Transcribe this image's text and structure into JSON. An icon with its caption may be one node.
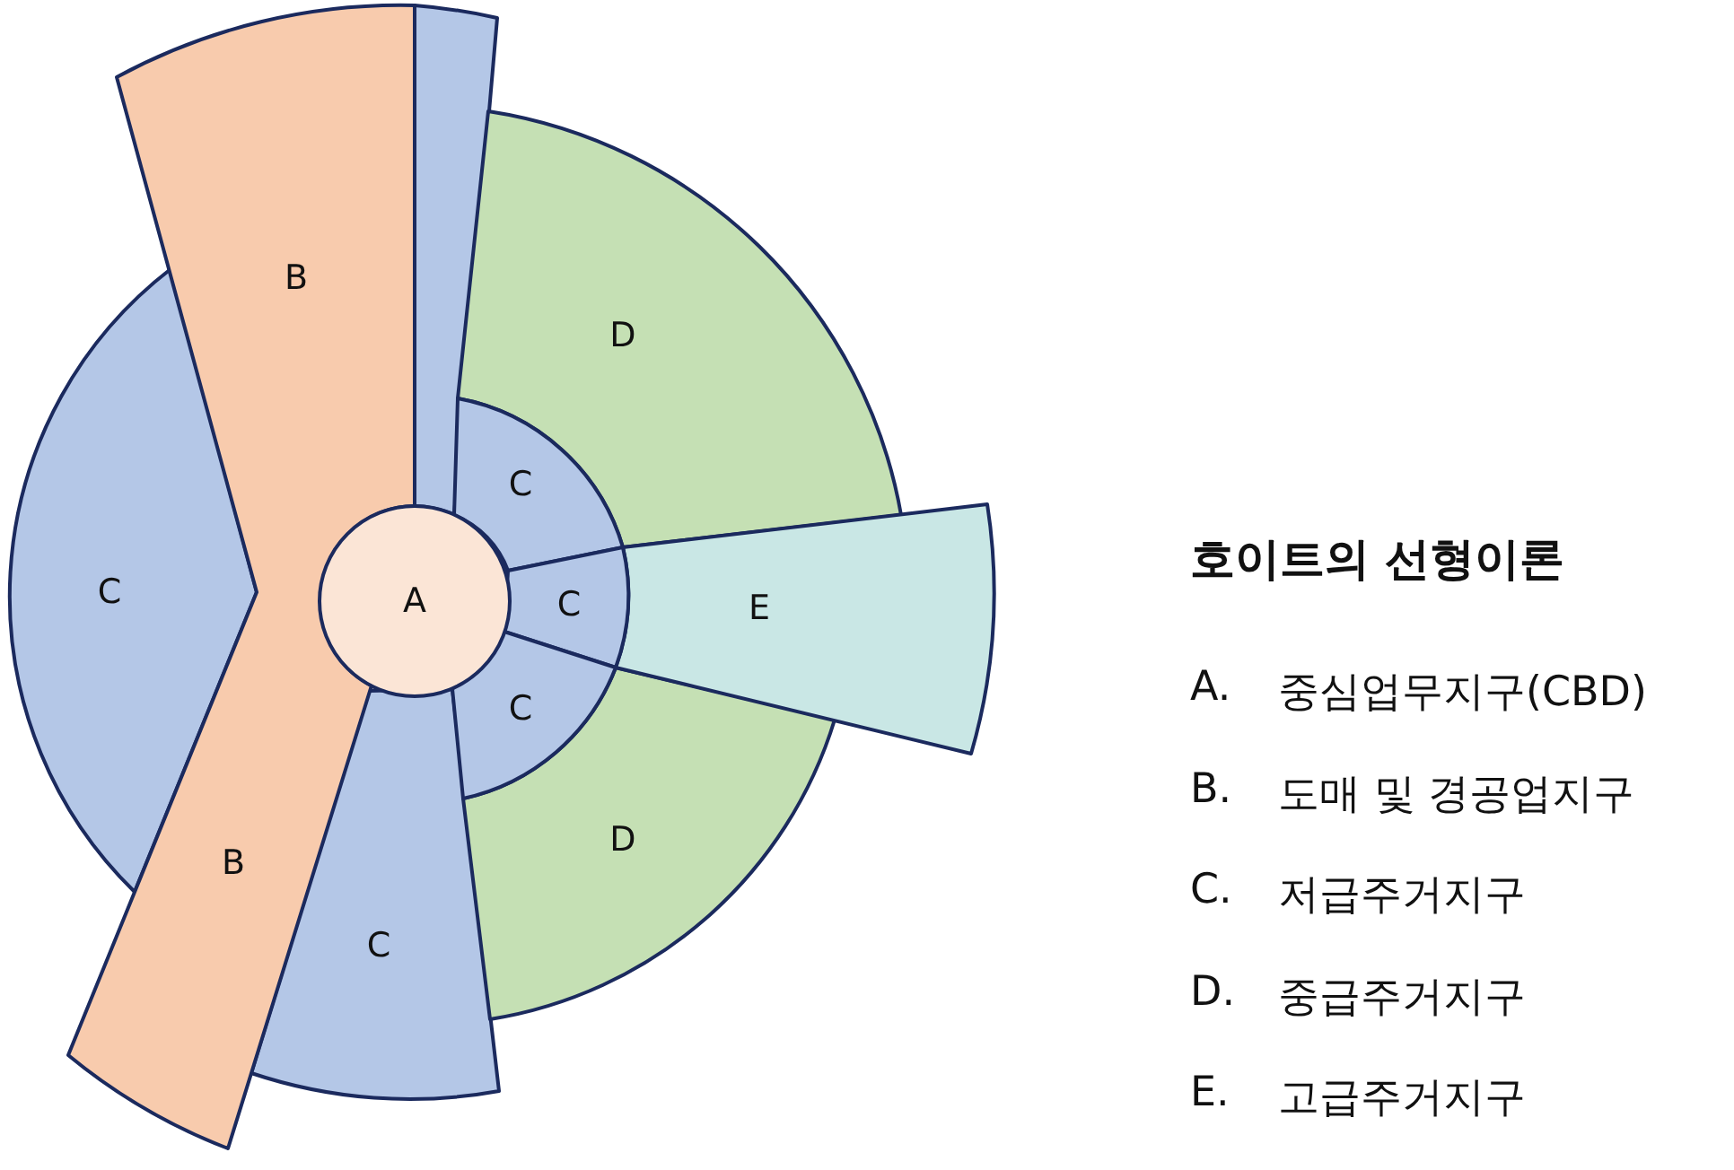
{
  "diagram": {
    "title": "호이트의 선형이론",
    "nodes": [
      {
        "text": [
          "B",
          "B"
        ]
      },
      {
        "text": [],
        "shape": "wedge"
      },
      {
        "text": [
          "D"
        ]
      },
      {
        "text": [
          "C"
        ]
      },
      {
        "text": [
          "C"
        ]
      },
      {
        "text": [
          "A"
        ]
      },
      {
        "text": [
          "C"
        ]
      },
      {
        "text": [
          "E"
        ]
      },
      {
        "text": [
          "C"
        ]
      },
      {
        "text": [
          "D"
        ]
      },
      {
        "text": [
          "C"
        ]
      }
    ],
    "labels": [
      "A.",
      "중심업무지구(CBD)",
      "B.",
      "도매 및 경공업지구",
      "C.",
      "저급주거지구",
      "D.",
      "중급주거지구",
      "E.",
      "고급주거지구"
    ]
  }
}
